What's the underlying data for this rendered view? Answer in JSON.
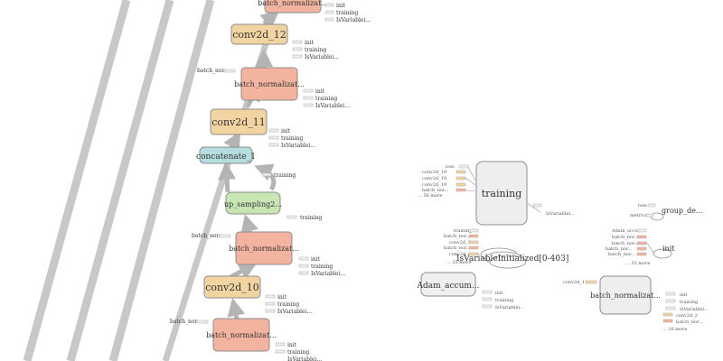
{
  "colors": {
    "conv2d": "#f2d4a2",
    "batch_norm": "#f3b49f",
    "concatenate": "#b5dde0",
    "up_sampling": "#c8e6b4",
    "training": "#eeeeee",
    "adam": "#f0f0f0",
    "stroke": "#8c8c8c",
    "edge": "#b4b4b4",
    "diag_band": "#c8c8c8"
  },
  "main_chain": {
    "batch_norm_top": "batch_normalizat...",
    "conv2d_12": "conv2d_12",
    "batch_norm_mid": "batch_normalizat...",
    "conv2d_11": "conv2d_11",
    "concatenate_1": "concatenate_1",
    "up_sampling": "up_sampling2...",
    "batch_norm_3": "batch_normalizat...",
    "conv2d_10": "conv2d_10",
    "batch_norm_bottom": "batch_normalizat..."
  },
  "side_labels": {
    "init": "init",
    "training": "training",
    "is_var": "IsVariablei...",
    "batch_nor": "batch_nor..."
  },
  "training_node": {
    "title": "training",
    "inputs": [
      "loss",
      "conv2d_19",
      "conv2d_19",
      "conv2d_19",
      "batch_nor...",
      "... 56 more"
    ],
    "output": "IsVariablei..."
  },
  "is_var_initialized": {
    "title": "IsVariableInitialized[0-403]",
    "inputs": [
      "training",
      "batch_nor...",
      "conv2d_2",
      "batch_nor...",
      "conv2d_3",
      "... 33 more"
    ]
  },
  "adam": {
    "title": "Adam_accum...",
    "outputs": [
      "init",
      "training",
      "IsVariablei..."
    ]
  },
  "group_deps": {
    "title": "group_de...",
    "inputs": [
      "loss",
      "metrics"
    ]
  },
  "init_node": {
    "title": "init",
    "inputs": [
      "Adam_accu...",
      "batch_nor...",
      "batch_nor...",
      "batch_nor...",
      "batch_nor...",
      "... 33 more"
    ]
  },
  "bn_right": {
    "title": "batch_normalizat...",
    "input": "conv2d_1",
    "outputs": [
      "init",
      "training",
      "IsVariablei...",
      "conv2d_2",
      "batch_nor...",
      "... 16 more"
    ]
  }
}
